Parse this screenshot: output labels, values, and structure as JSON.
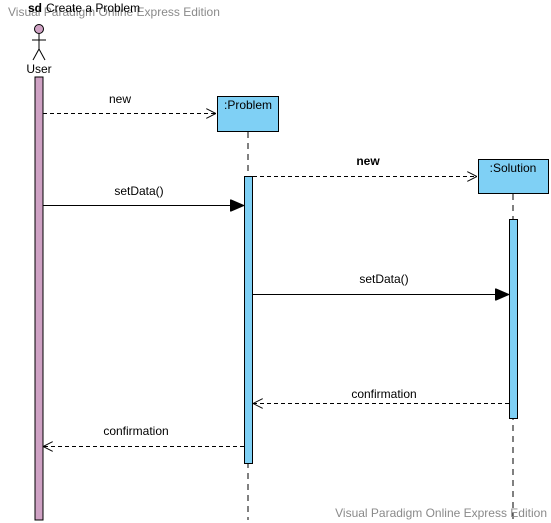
{
  "frame": {
    "keyword": "sd",
    "title": "Create a Problem"
  },
  "watermark": {
    "top": "Visual Paradigm Online Express Edition",
    "bottom": "Visual Paradigm Online Express Edition"
  },
  "actor": {
    "name": "User",
    "activation_color": "#cfa2c4"
  },
  "lifelines": [
    {
      "id": "problem",
      "label": ":Problem",
      "fill": "#7fd0f5"
    },
    {
      "id": "solution",
      "label": ":Solution",
      "fill": "#7fd0f5"
    }
  ],
  "messages": [
    {
      "id": "new-problem",
      "label": "new",
      "type": "create",
      "bold": false
    },
    {
      "id": "new-solution",
      "label": "new",
      "type": "create",
      "bold": true
    },
    {
      "id": "setdata-problem",
      "label": "setData()",
      "type": "synchronous",
      "bold": false
    },
    {
      "id": "setdata-solution",
      "label": "setData()",
      "type": "synchronous",
      "bold": false
    },
    {
      "id": "confirm-solution",
      "label": "confirmation",
      "type": "return",
      "bold": false
    },
    {
      "id": "confirm-problem",
      "label": "confirmation",
      "type": "return",
      "bold": false
    }
  ]
}
